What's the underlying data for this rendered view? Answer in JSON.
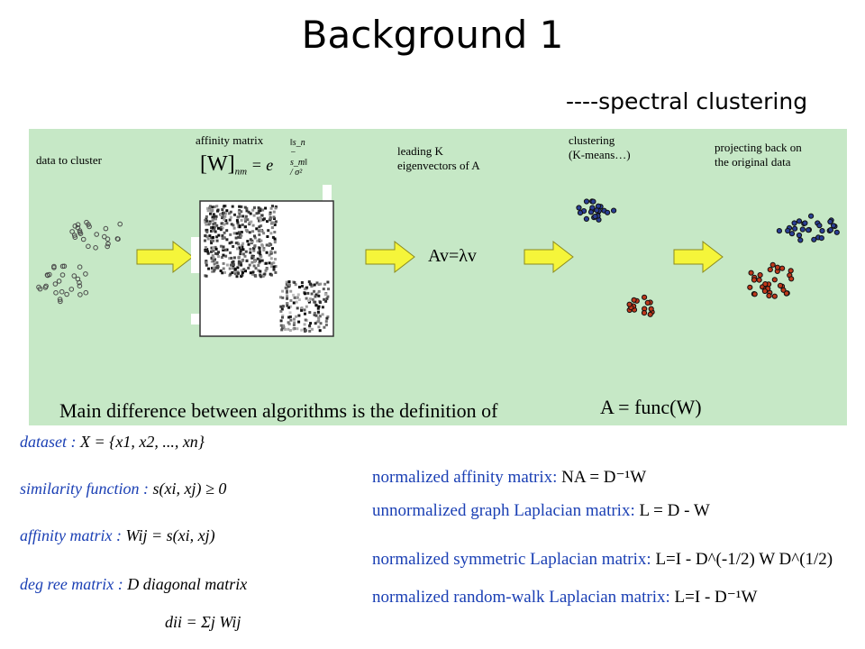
{
  "title": "Background 1",
  "subtitle": "----spectral clustering",
  "panel": {
    "label_data": "data to cluster",
    "label_affinity": "affinity matrix",
    "affinity_formula_lhs": "[W]",
    "affinity_formula_sub": "nm",
    "affinity_formula_rhs": " = e",
    "affinity_formula_exp": "‖s_n − s_m‖ / σ²",
    "label_leading_1": "leading K",
    "label_leading_2": "eigenvectors of A",
    "label_clustering_1": "clustering",
    "label_clustering_2": "(K-means…)",
    "label_projecting_1": "projecting back on",
    "label_projecting_2": "the original data",
    "eigen_equation": "Av=λv",
    "main_difference": "Main difference between algorithms is the definition of",
    "main_difference_eq": "A = func(W)"
  },
  "definitions": [
    {
      "label": "dataset :",
      "expr": "X = {x1, x2, ..., xn}"
    },
    {
      "label": "similarity function :",
      "expr": "s(xi, xj) ≥ 0"
    },
    {
      "label": "affinity matrix :",
      "expr": "Wij = s(xi, xj)"
    },
    {
      "label": "deg ree matrix :",
      "expr": "D diagonal matrix"
    },
    {
      "label": "",
      "expr": "dii = Σj Wij"
    }
  ],
  "laplacians": [
    {
      "label": "normalized affinity matrix:",
      "expr": "NA = D⁻¹W"
    },
    {
      "label": "unnormalized graph Laplacian matrix:",
      "expr": "L = D - W"
    },
    {
      "label": "normalized symmetric Laplacian matrix:",
      "expr": "L=I - D^(-1/2) W D^(1/2)"
    },
    {
      "label": "normalized random-walk Laplacian matrix:",
      "expr": "L=I - D⁻¹W"
    }
  ],
  "colors": {
    "panel_bg": "#c6e8c6",
    "arrow_fill": "#f5f53a",
    "cluster_blue": "#2a3f95",
    "cluster_red": "#c0391b",
    "label_blue": "#1a3fb4"
  }
}
